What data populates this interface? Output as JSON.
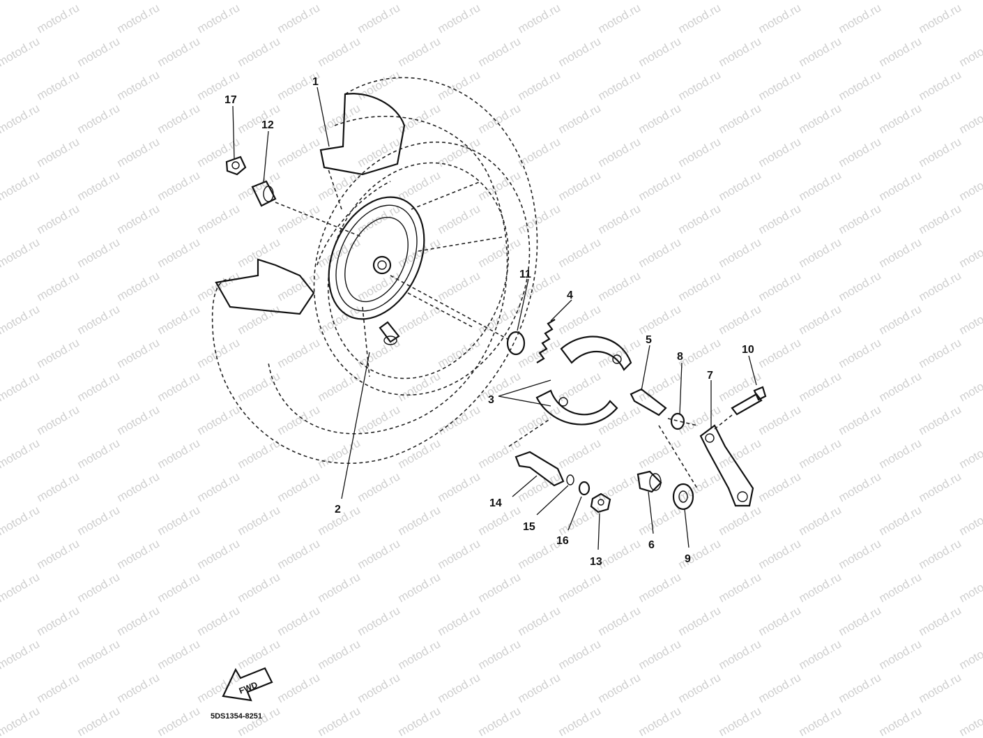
{
  "watermark": "motod.ru",
  "drawing_code": "5DS1354-8251",
  "fwd_label": "FWD",
  "parts": [
    {
      "id": "1",
      "label": "1"
    },
    {
      "id": "2",
      "label": "2"
    },
    {
      "id": "3",
      "label": "3"
    },
    {
      "id": "4",
      "label": "4"
    },
    {
      "id": "5",
      "label": "5"
    },
    {
      "id": "6",
      "label": "6"
    },
    {
      "id": "7",
      "label": "7"
    },
    {
      "id": "8",
      "label": "8"
    },
    {
      "id": "9",
      "label": "9"
    },
    {
      "id": "10",
      "label": "10"
    },
    {
      "id": "11",
      "label": "11"
    },
    {
      "id": "12",
      "label": "12"
    },
    {
      "id": "13",
      "label": "13"
    },
    {
      "id": "14",
      "label": "14"
    },
    {
      "id": "15",
      "label": "15"
    },
    {
      "id": "16",
      "label": "16"
    },
    {
      "id": "17",
      "label": "17"
    }
  ]
}
